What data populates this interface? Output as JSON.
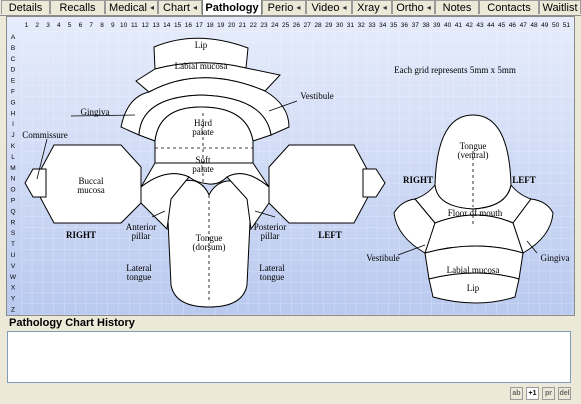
{
  "tabs": [
    {
      "label": "Details",
      "has_menu": false,
      "active": false
    },
    {
      "label": "Recalls",
      "has_menu": false,
      "active": false
    },
    {
      "label": "Medical",
      "has_menu": true,
      "active": false
    },
    {
      "label": "Chart",
      "has_menu": true,
      "active": false
    },
    {
      "label": "Pathology",
      "has_menu": false,
      "active": true
    },
    {
      "label": "Perio",
      "has_menu": true,
      "active": false
    },
    {
      "label": "Video",
      "has_menu": true,
      "active": false
    },
    {
      "label": "Xray",
      "has_menu": true,
      "active": false
    },
    {
      "label": "Ortho",
      "has_menu": true,
      "active": false
    },
    {
      "label": "Notes",
      "has_menu": false,
      "active": false
    },
    {
      "label": "Contacts",
      "has_menu": false,
      "active": false
    },
    {
      "label": "Waitlist",
      "has_menu": false,
      "active": false
    }
  ],
  "chart": {
    "col_numbers": [
      "1",
      "2",
      "3",
      "4",
      "5",
      "6",
      "7",
      "8",
      "9",
      "10",
      "11",
      "12",
      "13",
      "14",
      "15",
      "16",
      "17",
      "18",
      "19",
      "20",
      "21",
      "22",
      "23",
      "24",
      "25",
      "26",
      "27",
      "28",
      "29",
      "30",
      "31",
      "32",
      "33",
      "34",
      "35",
      "36",
      "37",
      "38",
      "39",
      "40",
      "41",
      "42",
      "43",
      "44",
      "45",
      "46",
      "47",
      "48",
      "49",
      "50",
      "51"
    ],
    "row_letters": [
      "A",
      "B",
      "C",
      "D",
      "E",
      "F",
      "G",
      "H",
      "I",
      "J",
      "K",
      "L",
      "M",
      "N",
      "O",
      "P",
      "Q",
      "R",
      "S",
      "T",
      "U",
      "V",
      "W",
      "X",
      "Y",
      "Z"
    ],
    "grid_note": "Each grid represents 5mm x 5mm",
    "labels": {
      "lip_upper": "Lip",
      "labial_mucosa_upper": "Labial mucosa",
      "vestibule_upper": "Vestibule",
      "gingiva_left": "Gingiva",
      "hard_palate_1": "Hard",
      "hard_palate_2": "palate",
      "commissure": "Commissure",
      "soft_palate_1": "Soft",
      "soft_palate_2": "palate",
      "buccal_mucosa_1": "Buccal",
      "buccal_mucosa_2": "mucosa",
      "right_mouth": "RIGHT",
      "left_mouth": "LEFT",
      "anterior_pillar_1": "Anterior",
      "anterior_pillar_2": "pillar",
      "posterior_pillar_1": "Posterior",
      "posterior_pillar_2": "pillar",
      "tongue_dorsum_1": "Tongue",
      "tongue_dorsum_2": "(dorsum)",
      "lateral_tongue_l1": "Lateral",
      "lateral_tongue_l2": "tongue",
      "lateral_tongue_r1": "Lateral",
      "lateral_tongue_r2": "tongue",
      "tongue_ventral_1": "Tongue",
      "tongue_ventral_2": "(ventral)",
      "right_floor": "RIGHT",
      "left_floor": "LEFT",
      "floor_of_mouth": "Floor of mouth",
      "vestibule_lower": "Vestibule",
      "gingiva_lower": "Gingiva",
      "labial_mucosa_lower": "Labial mucosa",
      "lip_lower": "Lip"
    }
  },
  "history": {
    "title": "Pathology Chart History",
    "content": ""
  },
  "toolbar": {
    "buttons": [
      {
        "name": "edit",
        "label": "ab"
      },
      {
        "name": "add-one",
        "label": "+1"
      },
      {
        "name": "print",
        "label": "pr"
      },
      {
        "name": "delete",
        "label": "del"
      }
    ]
  }
}
